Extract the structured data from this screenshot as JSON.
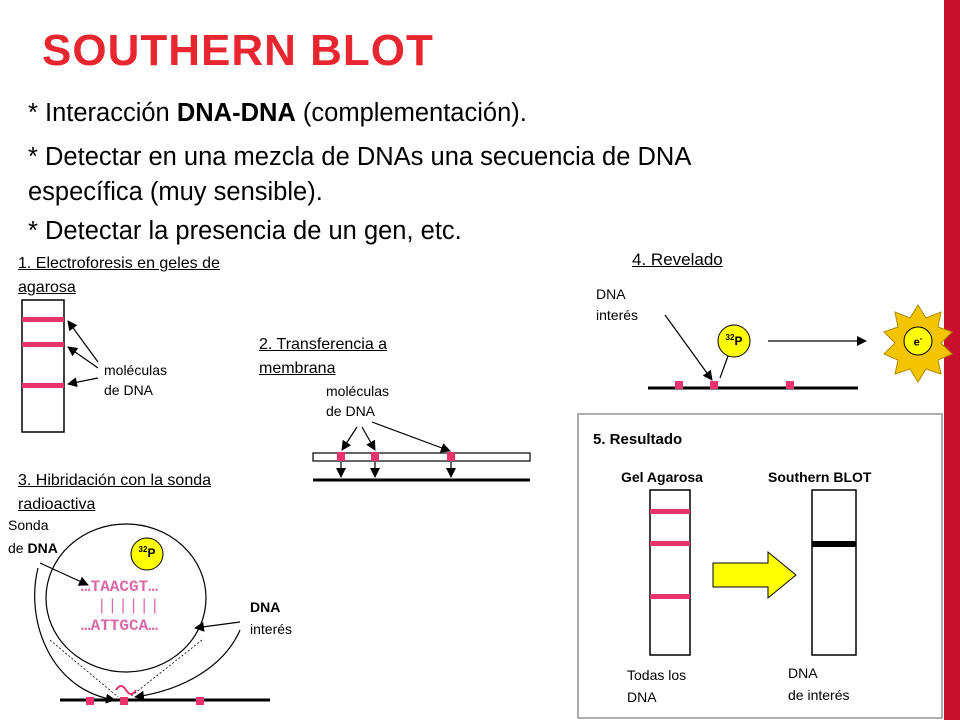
{
  "title": "SOUTHERN BLOT",
  "bullets": [
    {
      "pre": "* Interacción ",
      "bold": "DNA-DNA",
      "post": " (complementación)."
    },
    {
      "pre": "* Detectar en una mezcla de DNAs una secuencia de DNA",
      "bold": "",
      "post": ""
    },
    {
      "pre": "específica (muy sensible).",
      "bold": "",
      "post": ""
    },
    {
      "pre": "* Detectar la presencia de un gen, etc.",
      "bold": "",
      "post": ""
    }
  ],
  "step1": {
    "num": "1",
    "text": ". Electroforesis en geles de",
    "text2": "agarosa",
    "label1": "moléculas",
    "label2": "de DNA"
  },
  "step2": {
    "num": "2",
    "text": ". Transferencia a",
    "text2": "membrana",
    "label1": "moléculas",
    "label2": "de DNA"
  },
  "step3": {
    "num": "3",
    "text": ". Hibridación con la sonda",
    "text2": "radioactiva",
    "probe1": "Sonda",
    "probe2_pre": "de ",
    "probe2_bold": "DNA",
    "isotope": "32P",
    "seq_top": "…TAACGT…",
    "seq_bars": "||||||",
    "seq_bottom": "…ATTGCA…",
    "target1": "DNA",
    "target2": "interés"
  },
  "step4": {
    "num": "4",
    "text": ". Revelado",
    "target1": "DNA",
    "target2": "interés",
    "isotope": "32P",
    "electron": "e-"
  },
  "step5": {
    "title": "5. Resultado",
    "col1": "Gel Agarosa",
    "col2": "Southern BLOT",
    "cap1a": "Todas los",
    "cap1b": "DNA",
    "cap2a": "DNA",
    "cap2b": "de interés"
  },
  "colors": {
    "accent": "#e8262f",
    "band": "#e8336d",
    "arrow": "#ffff00",
    "sun": "#f5c400"
  }
}
